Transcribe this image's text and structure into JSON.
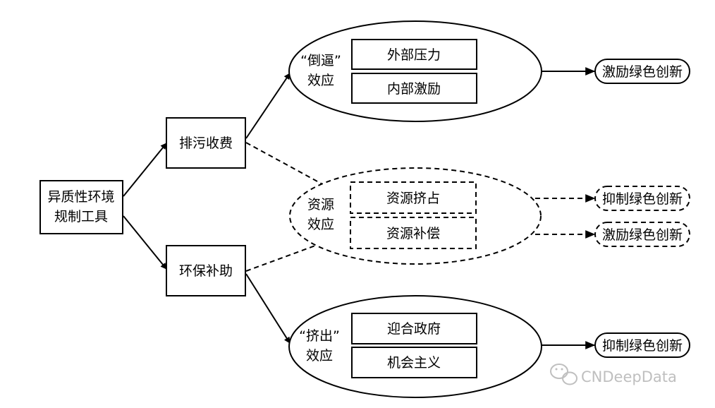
{
  "diagram": {
    "source": "异质性环境\n规制工具",
    "instruments": {
      "fee": "排污收费",
      "subsidy": "环保补助"
    },
    "effects": {
      "forcing": {
        "label": "“倒逼”\n效应",
        "items": [
          "外部压力",
          "内部激励"
        ],
        "outcome": "激励绿色创新"
      },
      "resource": {
        "label": "资源\n效应",
        "items": [
          "资源挤占",
          "资源补偿"
        ],
        "outcomes": [
          "抑制绿色创新",
          "激励绿色创新"
        ]
      },
      "crowding": {
        "label": "“挤出”\n效应",
        "items": [
          "迎合政府",
          "机会主义"
        ],
        "outcome": "抑制绿色创新"
      }
    }
  },
  "watermark": {
    "text": "CNDeepData",
    "icon": "wechat-icon"
  }
}
